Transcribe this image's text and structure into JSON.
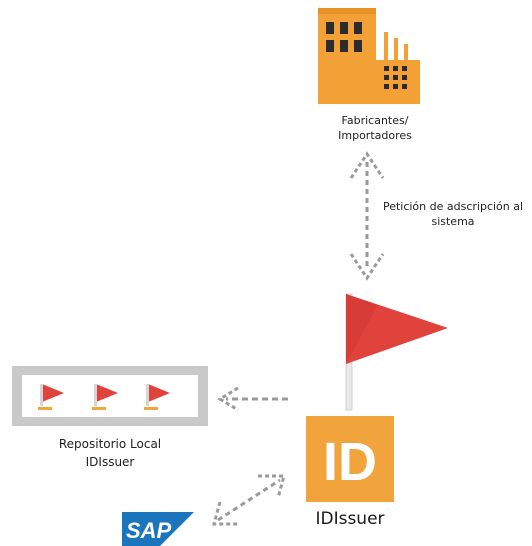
{
  "diagram": {
    "factory": {
      "label_line1": "Fabricantes/",
      "label_line2": "Importadores"
    },
    "request": {
      "label_line1": "Petición de adscripción al",
      "label_line2": "sistema"
    },
    "repository": {
      "label_line1": "Repositorio Local",
      "label_line2": "IDIssuer"
    },
    "idissuer": {
      "badge_text": "ID",
      "label": "IDIssuer"
    },
    "sap": {
      "logo_text": "SAP"
    }
  },
  "colors": {
    "factory_orange": "#f3a037",
    "factory_dark": "#2b2b2b",
    "flag_red": "#e0423c",
    "id_badge_orange": "#f1a43c",
    "sap_blue": "#1b75bc",
    "arrow_gray": "#9a9a9a",
    "repo_frame_gray": "#c9c9c9",
    "repo_underline": "#f3a63a"
  }
}
